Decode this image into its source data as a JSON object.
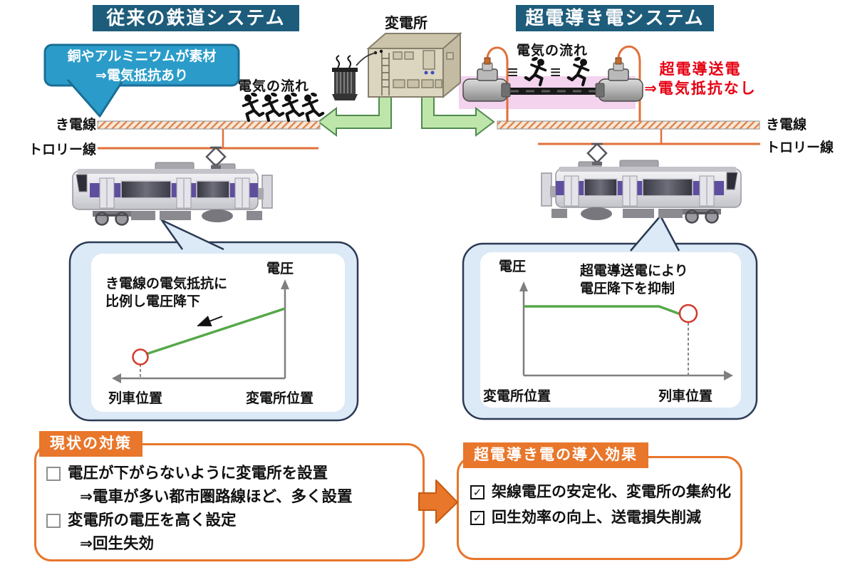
{
  "palette": {
    "header_bg": "#1E5C7B",
    "bubble_blue": "#2B9CC9",
    "orange": "#E8762B",
    "orange_dark": "#C55A11",
    "red": "#E60012",
    "green_line": "#55A848",
    "green_arrow_fill": "#BFE6AA",
    "pink_band": "#F3D3EE",
    "train_purple": "#5F4E9E",
    "chart_bubble_fill": "#DCE9F6",
    "chart_bubble_stroke": "#2B3A55"
  },
  "headers": {
    "left": "従来の鉄道システム",
    "right": "超電導き電システム"
  },
  "substation": {
    "label": "変電所"
  },
  "left_system": {
    "bubble_line1": "銅やアルミニウムが素材",
    "bubble_line2": "⇒電気抵抗あり",
    "flow_label": "電気の流れ",
    "feeder_label": "き電線",
    "trolley_label": "トロリー線"
  },
  "right_system": {
    "flow_label": "電気の流れ",
    "feeder_label": "き電線",
    "trolley_label": "トロリー線",
    "note_line1": "超電導送電",
    "note_line2": "⇒電気抵抗なし"
  },
  "left_chart": {
    "ylabel": "電圧",
    "annotation_line1": "き電線の電気抵抗に",
    "annotation_line2": "比例し電圧降下",
    "x_label_left": "列車位置",
    "x_label_right": "変電所位置"
  },
  "right_chart": {
    "ylabel": "電圧",
    "annotation_line1": "超電導送電により",
    "annotation_line2": "電圧降下を抑制",
    "x_label_left": "変電所位置",
    "x_label_right": "列車位置"
  },
  "chart_data": [
    {
      "type": "line",
      "system": "従来の鉄道システム",
      "ylabel": "電圧",
      "xlabels": [
        "列車位置",
        "変電所位置"
      ],
      "annotation": "き電線の電気抵抗に比例し電圧降下",
      "shape": "変電所位置で最大、列車位置へ向かって直線的に低下（電圧降下）",
      "points_normalized_x_train0_substation1": [
        [
          0,
          0.62
        ],
        [
          1,
          0.93
        ]
      ],
      "highlight": "列車位置の電圧低下点に赤丸、下に破線"
    },
    {
      "type": "line",
      "system": "超電導き電システム",
      "ylabel": "電圧",
      "xlabels": [
        "変電所位置",
        "列車位置"
      ],
      "annotation": "超電導送電により電圧降下を抑制",
      "shape": "変電所位置から列車位置までほぼ一定、列車位置直前でわずかに低下",
      "points_normalized_x_substation0_train1": [
        [
          0,
          0.93
        ],
        [
          0.82,
          0.93
        ],
        [
          1,
          0.88
        ]
      ],
      "highlight": "列車位置の点に赤丸、下に破線"
    }
  ],
  "boxes": {
    "left": {
      "title": "現状の対策",
      "items": [
        {
          "bullet": "unchecked",
          "text": "電圧が下がらないように変電所を設置"
        },
        {
          "bullet": "none",
          "text": "⇒電車が多い都市圏路線ほど、多く設置"
        },
        {
          "bullet": "unchecked",
          "text": "変電所の電圧を高く設定"
        },
        {
          "bullet": "none",
          "text": "⇒回生失効"
        }
      ]
    },
    "right": {
      "title": "超電導き電の導入効果",
      "items": [
        {
          "bullet": "checked",
          "text": "架線電圧の安定化、変電所の集約化"
        },
        {
          "bullet": "checked",
          "text": "回生効率の向上、送電損失削減"
        }
      ]
    }
  },
  "icons": {
    "check": "✓",
    "speed_lines": "≡"
  }
}
